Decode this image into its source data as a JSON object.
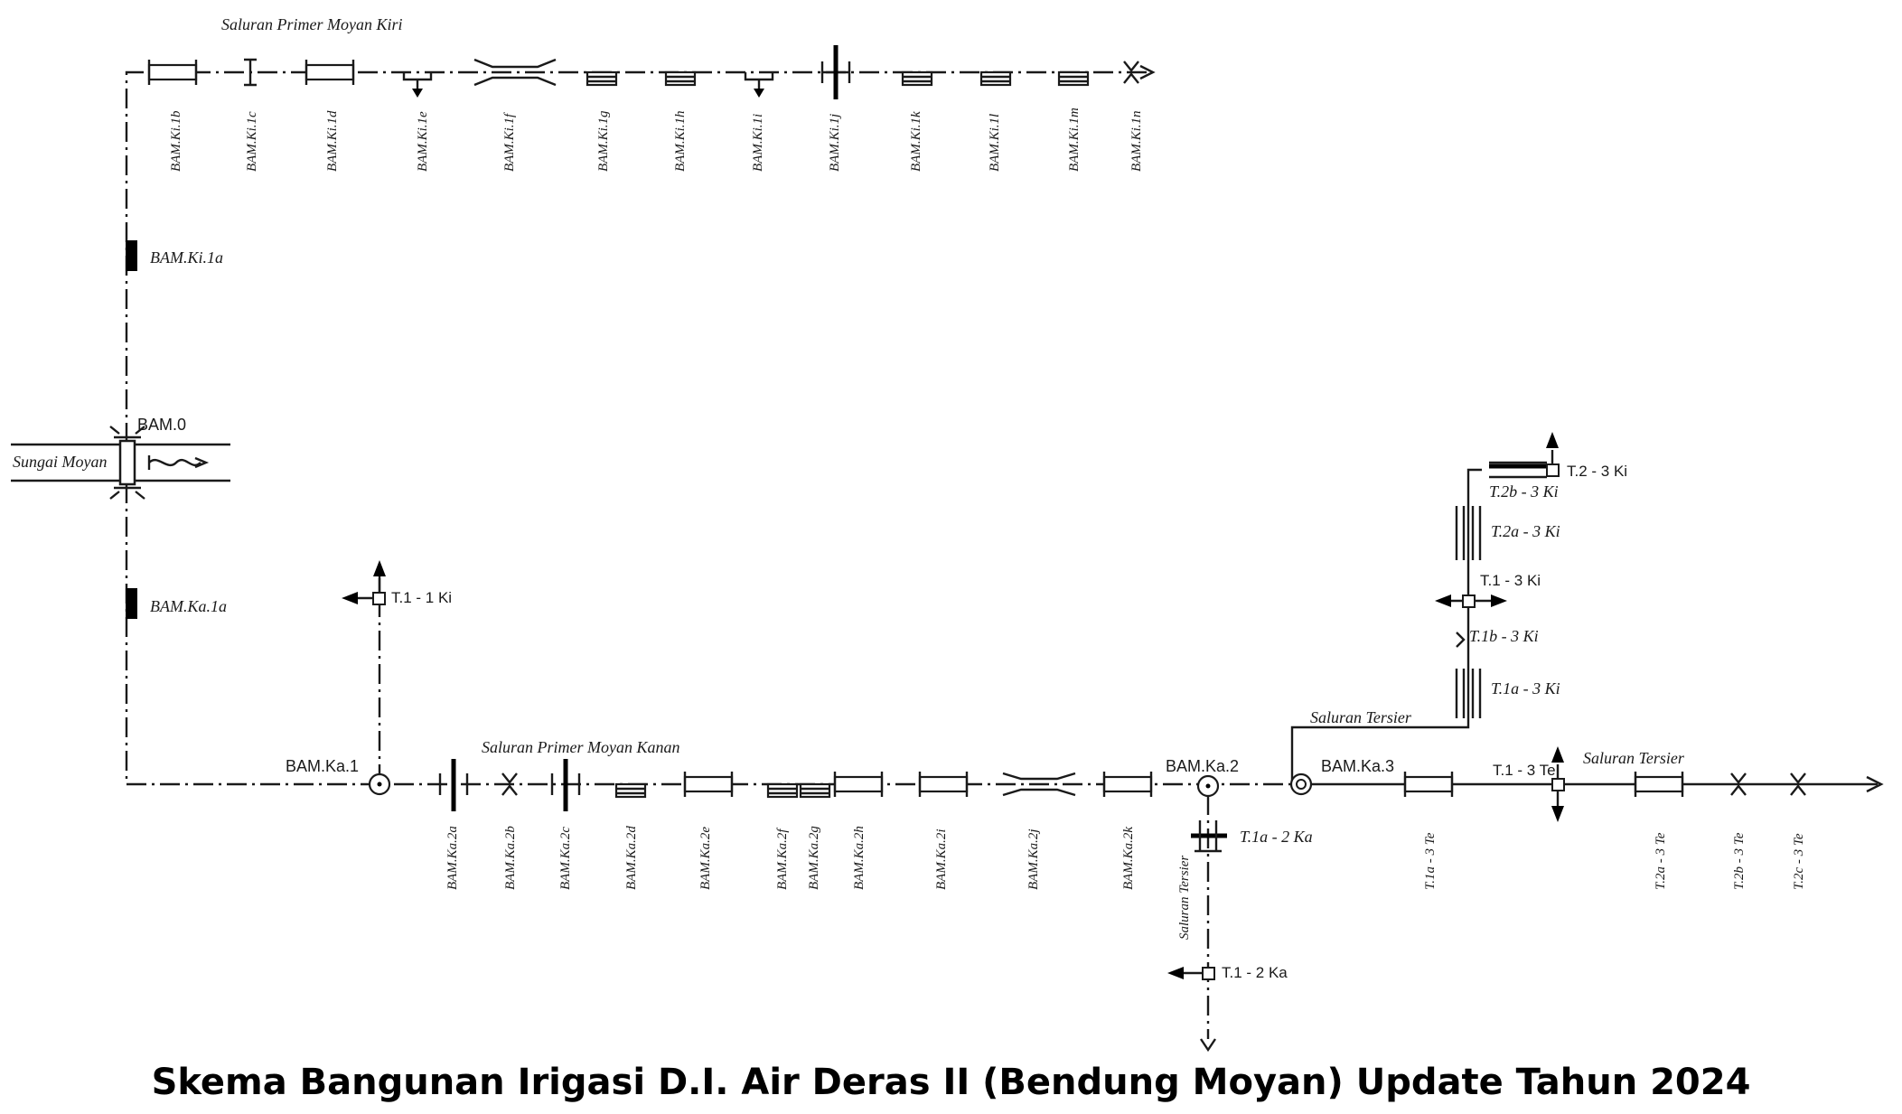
{
  "caption": "Skema Bangunan Irigasi D.I. Air Deras II (Bendung Moyan) Update Tahun 2024",
  "labels": {
    "kiri_channel": "Saluran Primer Moyan Kiri",
    "kanan_channel": "Saluran Primer Moyan Kanan",
    "river": "Sungai Moyan",
    "weir": "BAM.0",
    "ki_1a": "BAM.Ki.1a",
    "ka_1a": "BAM.Ka.1a",
    "ka_1": "BAM.Ka.1",
    "ka_2": "BAM.Ka.2",
    "ka_3": "BAM.Ka.3",
    "t1_1ki": "T.1 - 1 Ki",
    "t1a_2ka": "T.1a - 2 Ka",
    "t1_2ka": "T.1 - 2 Ka",
    "tersier_v": "Saluran Tersier",
    "tersier_a": "Saluran Tersier",
    "tersier_b": "Saluran Tersier",
    "t2_3ki": "T.2 - 3 Ki",
    "t2b_3ki": "T.2b - 3 Ki",
    "t2a_3ki": "T.2a - 3 Ki",
    "t1_3ki": "T.1 - 3 Ki",
    "t1b_3ki": "T.1b - 3 Ki",
    "t1a_3ki": "T.1a - 3 Ki",
    "t1_3te": "T.1 - 3 Te"
  },
  "kiri_structures": [
    "BAM.Ki.1b",
    "BAM.Ki.1c",
    "BAM.Ki.1d",
    "BAM.Ki.1e",
    "BAM.Ki.1f",
    "BAM.Ki.1g",
    "BAM.Ki.1h",
    "BAM.Ki.1i",
    "BAM.Ki.1j",
    "BAM.Ki.1k",
    "BAM.Ki.1l",
    "BAM.Ki.1m",
    "BAM.Ki.1n"
  ],
  "kanan_structures": [
    "BAM.Ka.2a",
    "BAM.Ka.2b",
    "BAM.Ka.2c",
    "BAM.Ka.2d",
    "BAM.Ka.2e",
    "BAM.Ka.2f",
    "BAM.Ka.2g",
    "BAM.Ka.2h",
    "BAM.Ka.2i",
    "BAM.Ka.2j",
    "BAM.Ka.2k"
  ],
  "tersier_structures": [
    "T.1a - 3 Te",
    "T.2a - 3 Te",
    "T.2b - 3 Te",
    "T.2c - 3 Te"
  ]
}
